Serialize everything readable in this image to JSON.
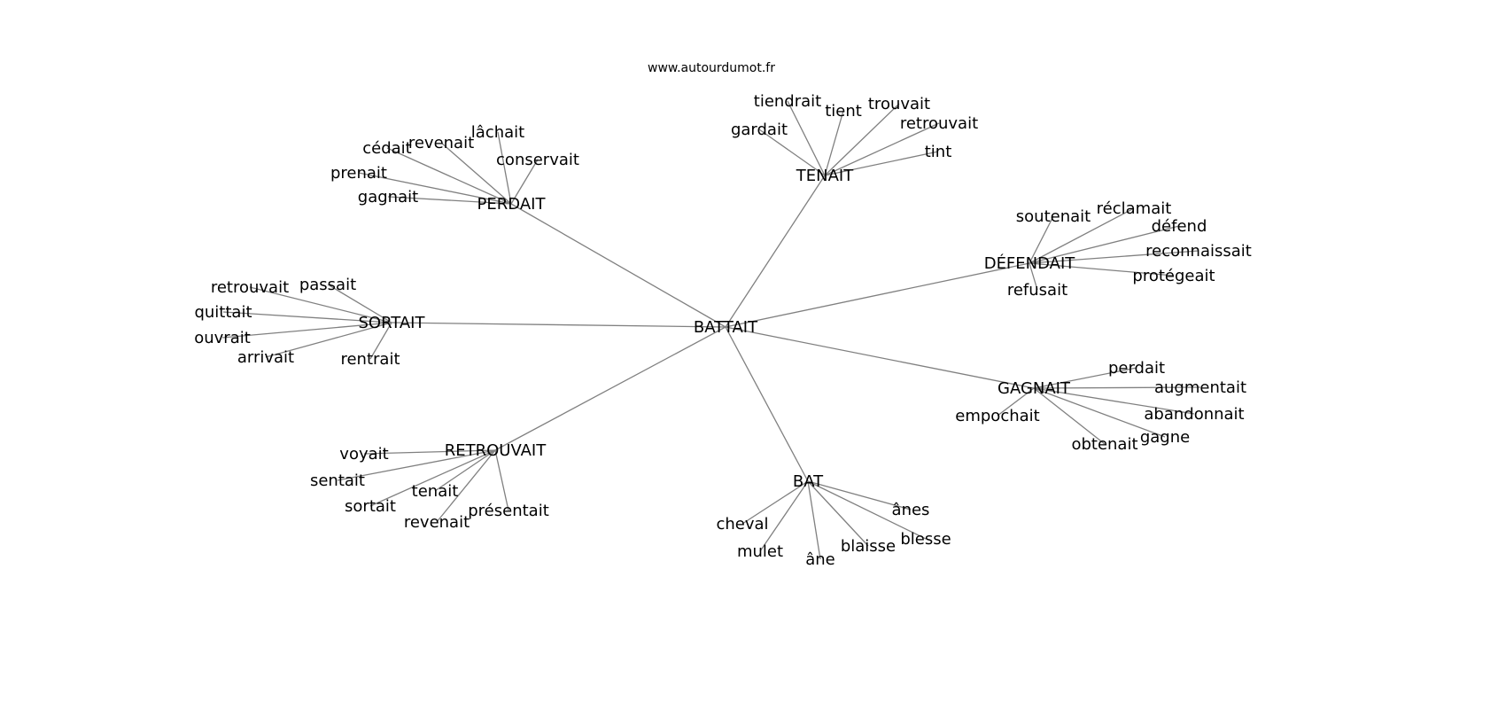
{
  "title": "www.autourdumot.fr",
  "center": "BATTAIT",
  "edge_color": "#808080",
  "text_color": "#000000",
  "groups": [
    {
      "hub": "PERDAIT",
      "words": [
        "cédait",
        "revenait",
        "lâchait",
        "conservait",
        "prenait",
        "gagnait"
      ]
    },
    {
      "hub": "TENAIT",
      "words": [
        "tiendrait",
        "tient",
        "trouvait",
        "retrouvait",
        "tint",
        "gardait"
      ]
    },
    {
      "hub": "DÉFENDAIT",
      "words": [
        "soutenait",
        "réclamait",
        "défend",
        "reconnaissait",
        "protégeait",
        "refusait"
      ]
    },
    {
      "hub": "GAGNAIT",
      "words": [
        "perdait",
        "augmentait",
        "abandonnait",
        "gagne",
        "obtenait",
        "empochait"
      ]
    },
    {
      "hub": "BAT",
      "words": [
        "ânes",
        "blesse",
        "blaisse",
        "âne",
        "mulet",
        "cheval"
      ]
    },
    {
      "hub": "RETROUVAIT",
      "words": [
        "voyait",
        "sentait",
        "tenait",
        "sortait",
        "revenait",
        "présentait"
      ]
    },
    {
      "hub": "SORTAIT",
      "words": [
        "retrouvait",
        "passait",
        "quittait",
        "ouvrait",
        "arrivait",
        "rentrait"
      ]
    }
  ]
}
